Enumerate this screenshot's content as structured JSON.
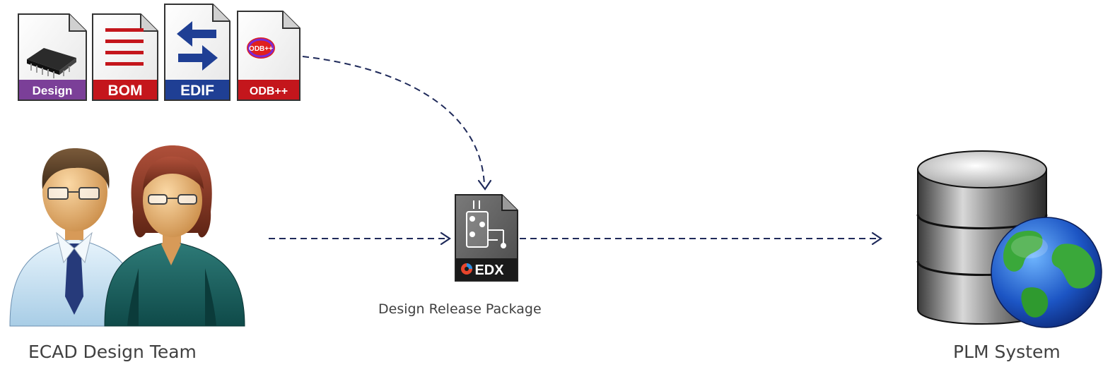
{
  "files": [
    {
      "label": "Design",
      "color": "#7b3f98",
      "icon": "chip-icon"
    },
    {
      "label": "BOM",
      "color": "#c4161c",
      "icon": "list-lines-icon"
    },
    {
      "label": "EDIF",
      "color": "#1f3f94",
      "icon": "swap-arrows-icon"
    },
    {
      "label": "ODB++",
      "color": "#c4161c",
      "icon": "odb-logo",
      "logo_text": "ODB++"
    }
  ],
  "package": {
    "badge": "EDX",
    "caption": "Design Release Package"
  },
  "team": {
    "caption": "ECAD Design Team"
  },
  "plm": {
    "caption": "PLM System"
  },
  "colors": {
    "arrow": "#1f2a5a",
    "caption": "#404040"
  }
}
